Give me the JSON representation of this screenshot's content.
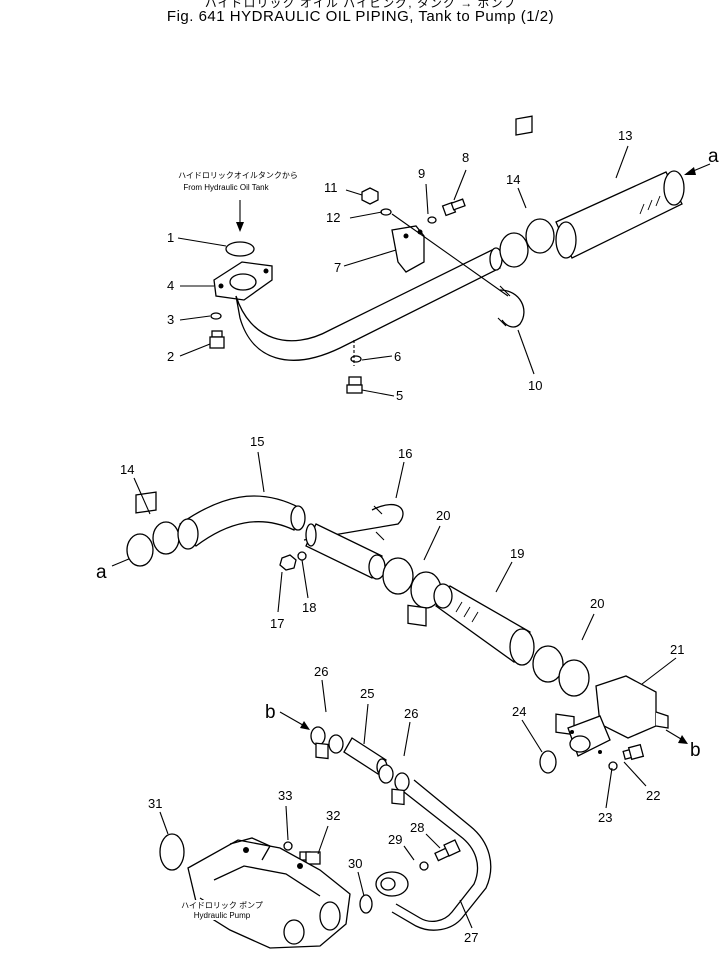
{
  "header": {
    "title_jp": "ハイドロリック オイル パイピング, タンク → ポンプ",
    "title_en": "Fig. 641   HYDRAULIC OIL PIPING, Tank to Pump (1/2)"
  },
  "annotations": {
    "from_tank_jp": "ハイドロリックオイルタンクから",
    "from_tank_en": "From Hydraulic Oil Tank",
    "pump_jp": "ハイドロリック ポンプ",
    "pump_en": "Hydraulic Pump",
    "connector_a": "a",
    "connector_b": "b"
  },
  "callouts": [
    "1",
    "2",
    "3",
    "4",
    "5",
    "6",
    "7",
    "8",
    "9",
    "10",
    "11",
    "12",
    "13",
    "14",
    "14",
    "15",
    "16",
    "17",
    "18",
    "19",
    "20",
    "20",
    "21",
    "22",
    "23",
    "24",
    "25",
    "26",
    "26",
    "27",
    "28",
    "29",
    "30",
    "31",
    "32",
    "33"
  ]
}
